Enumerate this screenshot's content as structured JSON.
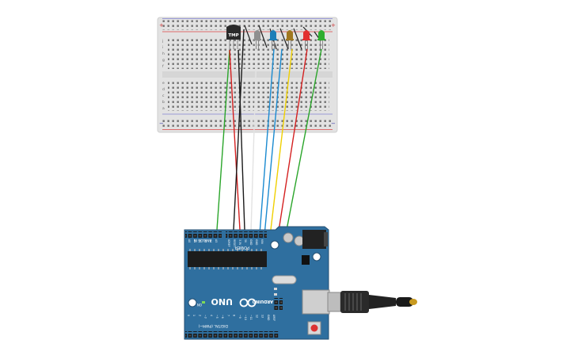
{
  "circuit": {
    "breadboard": {
      "row_letters_top": [
        "j",
        "i",
        "h",
        "g",
        "f"
      ],
      "row_letters_bottom": [
        "e",
        "d",
        "c",
        "b",
        "a"
      ],
      "rail_sign_top": "+",
      "rail_sign_bottom": "−"
    },
    "sensor": {
      "label": "TMP"
    },
    "leds": [
      {
        "name": "gray-led",
        "color": "#8f8f8f"
      },
      {
        "name": "blue-led",
        "color": "#1e7fb8"
      },
      {
        "name": "yellow-led",
        "color": "#a07820"
      },
      {
        "name": "red-led",
        "color": "#e23030"
      },
      {
        "name": "green-led",
        "color": "#2fae2f"
      }
    ],
    "wire_colors": {
      "green": "#2aa52a",
      "red": "#d42020",
      "black": "#1a1a1a",
      "white": "#e8e8e8",
      "blue": "#1a8ad0",
      "yellow": "#f0d000"
    },
    "arduino": {
      "board_color": "#2f6f9f",
      "model": "UNO",
      "brand": "ARDUINO",
      "power_label": "POWER",
      "analog_label": "ANALOG IN",
      "digital_label": "DIGITAL (PWM~)",
      "on_label": "ON",
      "analog_pins": [
        "A0",
        "A1",
        "A2",
        "A3",
        "A4",
        "A5"
      ],
      "power_pins": [
        "IOREF",
        "RESET",
        "3.3V",
        "5V",
        "GND",
        "GND",
        "VIN"
      ],
      "digital_pins": [
        "0",
        "1",
        "2",
        "~3",
        "4",
        "~5",
        "~6",
        "7",
        "8",
        "~9",
        "~10",
        "~11",
        "12",
        "13",
        "GND",
        "AREF"
      ]
    }
  }
}
